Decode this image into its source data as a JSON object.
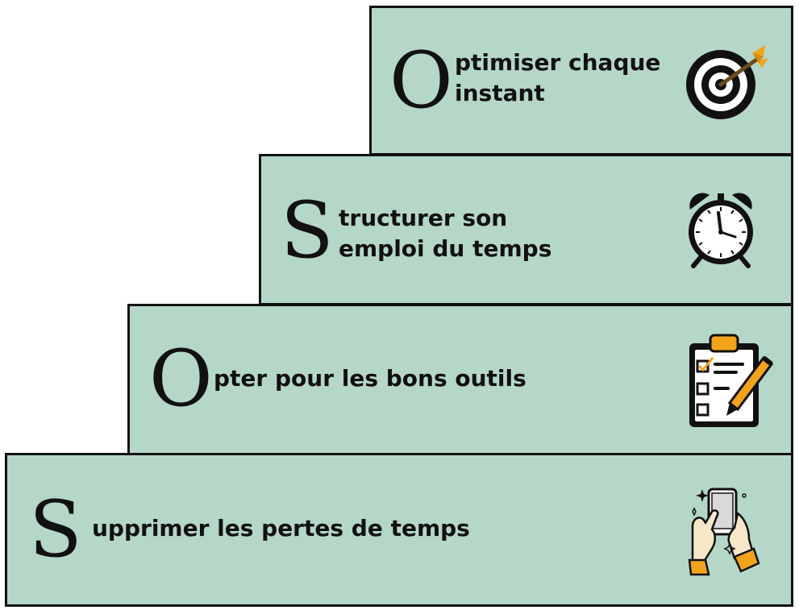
{
  "steps": [
    {
      "initial": "O",
      "lines": [
        "ptimiser chaque",
        "instant"
      ],
      "icon": "target-icon"
    },
    {
      "initial": "S",
      "lines": [
        "tructurer son",
        "emploi du temps"
      ],
      "icon": "alarm-clock-icon"
    },
    {
      "initial": "O",
      "lines": [
        "pter pour les bons outils"
      ],
      "icon": "clipboard-checklist-icon"
    },
    {
      "initial": "S",
      "lines": [
        "upprimer les pertes de temps"
      ],
      "icon": "phone-in-hands-icon"
    }
  ],
  "colors": {
    "step_fill": "#b5d7c8",
    "border": "#111111",
    "accent": "#f2a31b"
  }
}
